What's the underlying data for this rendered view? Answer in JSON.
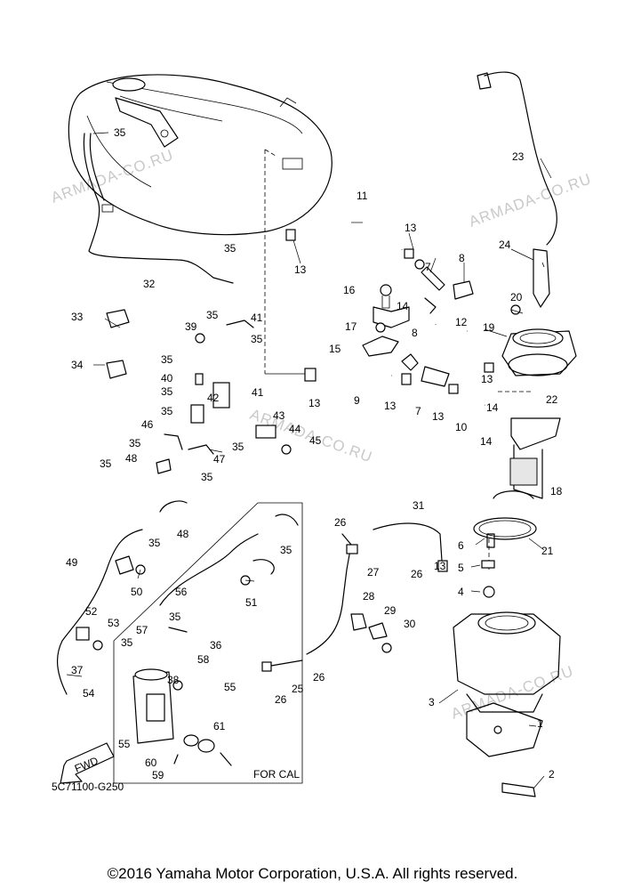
{
  "watermark": "ARMADA-CO.RU",
  "diagram_code": "5C71100-G250",
  "cal_label": "FOR CAL",
  "fwd_label": "FWD",
  "copyright": "©2016 Yamaha Motor Corporation, U.S.A. All rights reserved.",
  "callouts": [
    "1",
    "2",
    "3",
    "4",
    "5",
    "6",
    "7",
    "7",
    "8",
    "8",
    "9",
    "10",
    "11",
    "12",
    "13",
    "13",
    "13",
    "13",
    "13",
    "13",
    "13",
    "14",
    "14",
    "14",
    "15",
    "16",
    "17",
    "18",
    "19",
    "20",
    "21",
    "22",
    "23",
    "24",
    "25",
    "26",
    "26",
    "26",
    "26",
    "27",
    "28",
    "29",
    "30",
    "31",
    "32",
    "33",
    "34",
    "35",
    "35",
    "35",
    "35",
    "35",
    "35",
    "35",
    "35",
    "35",
    "35",
    "35",
    "35",
    "35",
    "35",
    "35",
    "36",
    "37",
    "38",
    "39",
    "40",
    "41",
    "41",
    "42",
    "43",
    "44",
    "45",
    "46",
    "47",
    "48",
    "48",
    "49",
    "50",
    "51",
    "52",
    "53",
    "54",
    "55",
    "55",
    "56",
    "57",
    "58",
    "59",
    "60",
    "61"
  ]
}
